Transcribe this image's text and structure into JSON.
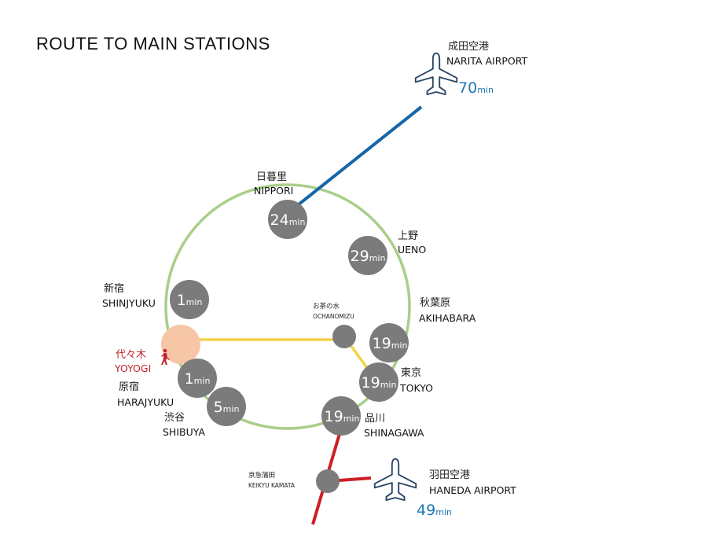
{
  "title": "ROUTE TO  MAIN STATIONS",
  "colors": {
    "yamanote": "#a8cf8a",
    "chuo_sobu": "#f2d24a",
    "keisei_narita": "#1566a8",
    "keikyu": "#cc1f26",
    "station_node": "#7b7b7b",
    "yoyogi_node": "#f6c6a6",
    "airport_time": "#1f77b4",
    "yoyogi_label": "#c0232a"
  },
  "icons": {
    "airplane": "airplane-icon",
    "walking": "walking-person-icon"
  },
  "stations": {
    "nippori": {
      "jp": "日暮里",
      "en": "NIPPORI",
      "time": "24",
      "unit": "min"
    },
    "ueno": {
      "jp": "上野",
      "en": "UENO",
      "time": "29",
      "unit": "min"
    },
    "akihabara": {
      "jp": "秋葉原",
      "en": "AKIHABARA",
      "time": "19",
      "unit": "min"
    },
    "tokyo": {
      "jp": "東京",
      "en": "TOKYO",
      "time": "19",
      "unit": "min"
    },
    "shinagawa": {
      "jp": "品川",
      "en": "SHINAGAWA",
      "time": "19",
      "unit": "min"
    },
    "shibuya": {
      "jp": "渋谷",
      "en": "SHIBUYA",
      "time": "5",
      "unit": "min"
    },
    "harajyuku": {
      "jp": "原宿",
      "en": "HARAJYUKU",
      "time": "1",
      "unit": "min"
    },
    "shinjyuku": {
      "jp": "新宿",
      "en": "SHINJYUKU",
      "time": "1",
      "unit": "min"
    },
    "yoyogi": {
      "jp": "代々木",
      "en": "YOYOGI"
    },
    "ochanomizu": {
      "jp": "お茶の水",
      "en": "OCHANOMIZU"
    },
    "keikyu_kamata": {
      "jp": "京急蒲田",
      "en": "KEIKYU KAMATA"
    }
  },
  "airports": {
    "narita": {
      "jp": "成田空港",
      "en": "NARITA AIRPORT",
      "time": "70",
      "unit": "min"
    },
    "haneda": {
      "jp": "羽田空港",
      "en": "HANEDA AIRPORT",
      "time": "49",
      "unit": "min"
    }
  }
}
